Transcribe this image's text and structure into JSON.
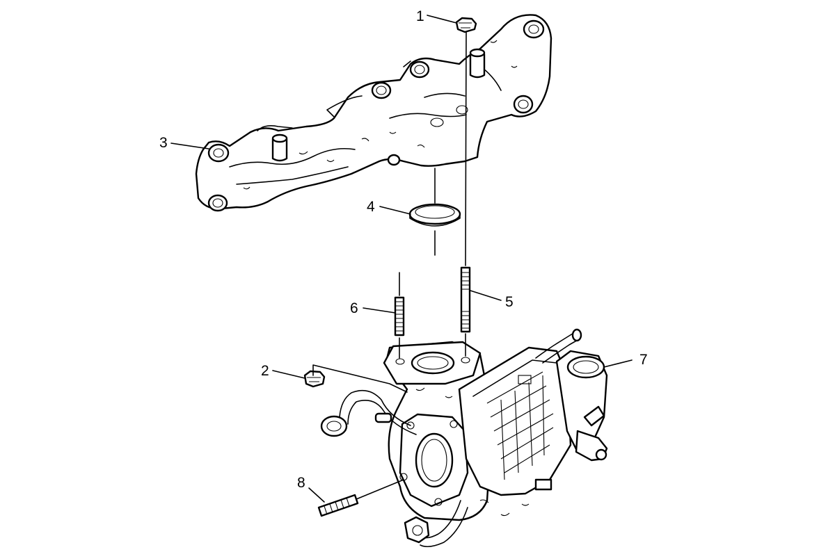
{
  "diagram": {
    "callouts": [
      {
        "id": "1",
        "label": "1"
      },
      {
        "id": "2",
        "label": "2"
      },
      {
        "id": "3",
        "label": "3"
      },
      {
        "id": "4",
        "label": "4"
      },
      {
        "id": "5",
        "label": "5"
      },
      {
        "id": "6",
        "label": "6"
      },
      {
        "id": "7",
        "label": "7"
      },
      {
        "id": "8",
        "label": "8"
      }
    ],
    "parts": [
      {
        "callout": "1",
        "icon": "nut-icon"
      },
      {
        "callout": "2",
        "icon": "nut-icon"
      },
      {
        "callout": "3",
        "icon": "exhaust-manifold-icon"
      },
      {
        "callout": "4",
        "icon": "gasket-ring-icon"
      },
      {
        "callout": "5",
        "icon": "stud-icon"
      },
      {
        "callout": "6",
        "icon": "stud-icon"
      },
      {
        "callout": "7",
        "icon": "turbocharger-icon"
      },
      {
        "callout": "8",
        "icon": "stud-icon"
      }
    ]
  }
}
